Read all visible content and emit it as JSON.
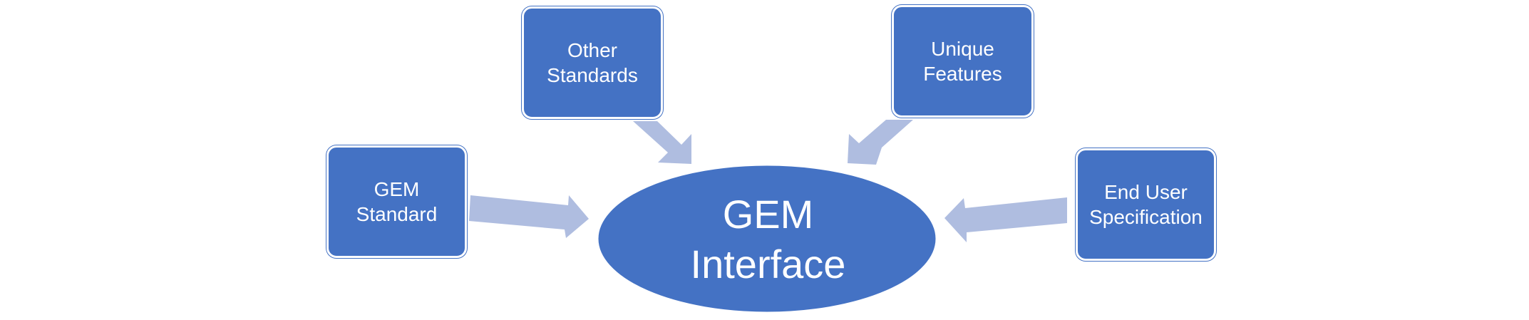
{
  "nodes": {
    "center": {
      "label": "GEM\nInterface"
    },
    "other_standards": {
      "label": "Other\nStandards"
    },
    "unique_features": {
      "label": "Unique\nFeatures"
    },
    "gem_standard": {
      "label": "GEM\nStandard"
    },
    "end_user_spec": {
      "label": "End User\nSpecification"
    }
  },
  "colors": {
    "node_fill": "#4472C4",
    "arrow_fill": "#AFBDE0",
    "text": "#FFFFFF"
  }
}
